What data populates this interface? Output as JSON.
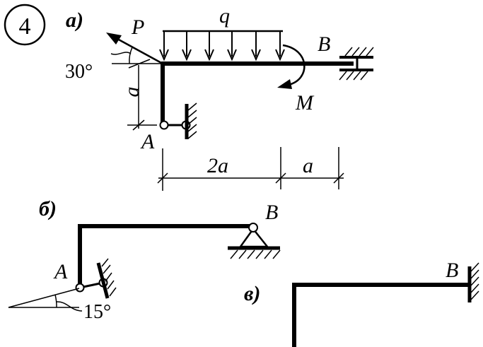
{
  "problem_number": "4",
  "part_a": {
    "label": "а)",
    "force_label": "P",
    "load_label": "q",
    "moment_label": "M",
    "angle_label": "30°",
    "point_a_label": "A",
    "point_b_label": "B",
    "height_label": "a",
    "dim_left_label": "2a",
    "dim_right_label": "a"
  },
  "part_b": {
    "label": "б)",
    "point_a_label": "A",
    "point_b_label": "B",
    "angle_label": "15°"
  },
  "part_c": {
    "label": "в)",
    "point_b_label": "B"
  }
}
